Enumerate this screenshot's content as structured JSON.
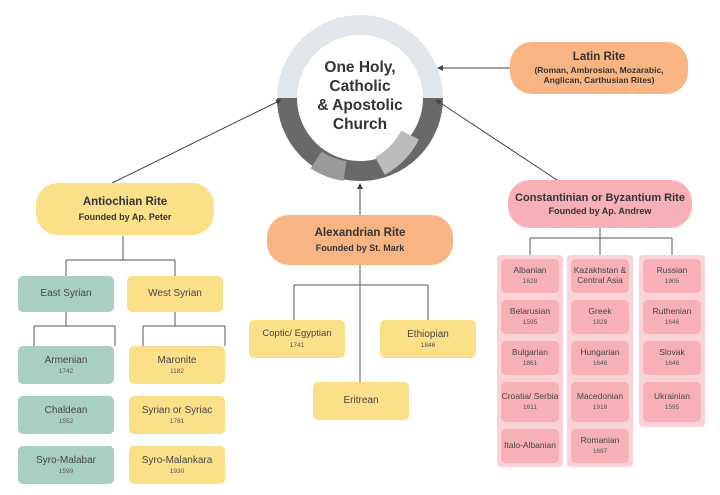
{
  "center": {
    "line1": "One Holy,",
    "line2": "Catholic",
    "line3": "& Apostolic",
    "line4": "Church"
  },
  "latin": {
    "title": "Latin Rite",
    "subtitle": "(Roman, Ambrosian, Mozarabic, Anglican, Carthusian Rites)"
  },
  "antiochian": {
    "title": "Antiochian Rite",
    "subtitle": "Founded by Ap. Peter"
  },
  "alexandrian": {
    "title": "Alexandrian Rite",
    "subtitle": "Founded by St. Mark"
  },
  "byzantine": {
    "title": "Constantinian or Byzantium Rite",
    "subtitle": "Founded by Ap. Andrew"
  },
  "east_syrian": {
    "name": "East Syrian"
  },
  "west_syrian": {
    "name": "West Syrian"
  },
  "east_children": [
    {
      "name": "Armenian",
      "year": "1742"
    },
    {
      "name": "Chaldean",
      "year": "1552"
    },
    {
      "name": "Syro-Malabar",
      "year": "1599"
    }
  ],
  "west_children": [
    {
      "name": "Maronite",
      "year": "1182"
    },
    {
      "name": "Syrian or Syriac",
      "year": "1781"
    },
    {
      "name": "Syro-Malankara",
      "year": "1930"
    }
  ],
  "alex_children": {
    "coptic": {
      "name": "Coptic/ Egyptian",
      "year": "1741"
    },
    "ethiopian": {
      "name": "Ethiopian",
      "year": "1846"
    },
    "eritrean": {
      "name": "Eritrean"
    }
  },
  "byz_col1": [
    {
      "name": "Albanian",
      "year": "1628"
    },
    {
      "name": "Belarusian",
      "year": "1595"
    },
    {
      "name": "Bulgarian",
      "year": "1861"
    },
    {
      "name": "Croatia/ Serbia",
      "year": "1611"
    },
    {
      "name": "Italo-Albanian"
    }
  ],
  "byz_col2": [
    {
      "name": "Kazakhstan & Central Asia"
    },
    {
      "name": "Greek",
      "year": "1829"
    },
    {
      "name": "Hungarian",
      "year": "1646"
    },
    {
      "name": "Macedonian",
      "year": "1918"
    },
    {
      "name": "Romanian",
      "year": "1697"
    }
  ],
  "byz_col3": [
    {
      "name": "Russian",
      "year": "1905"
    },
    {
      "name": "Ruthenian",
      "year": "1646"
    },
    {
      "name": "Slovak",
      "year": "1646"
    },
    {
      "name": "Ukrainian",
      "year": "1595"
    }
  ],
  "colors": {
    "yellow": "#fbe08a",
    "orange": "#f9b483",
    "pink": "#f6b0b6",
    "teal": "#a9cfc3",
    "pink_panel": "#fbd3d6",
    "ring_dark": "#5f5f5f",
    "ring_light": "#cfd3d6"
  }
}
